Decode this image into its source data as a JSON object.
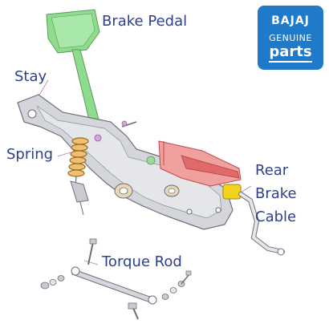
{
  "labels": {
    "brake_pedal": "Brake Pedal",
    "stay": "Stay",
    "spring": "Spring",
    "rear_brake_cable": [
      "Rear",
      "Brake",
      "Cable"
    ],
    "torque_rod": "Torque Rod"
  },
  "logo": {
    "brand": "BAJAJ",
    "line1": "GENUINE",
    "line2": "parts"
  },
  "colors": {
    "label_text": "#2e3f8f",
    "logo_bg": "#1f7ac9",
    "pedal_green": "#8fdc8f",
    "frame_grey": "#d4d6dc",
    "outline": "#6c6f78",
    "leader_line": "#c07ab0",
    "bracket_red": "#e06a6a",
    "spring_orange": "#e0a040",
    "cable_yellow": "#f2d21a"
  }
}
